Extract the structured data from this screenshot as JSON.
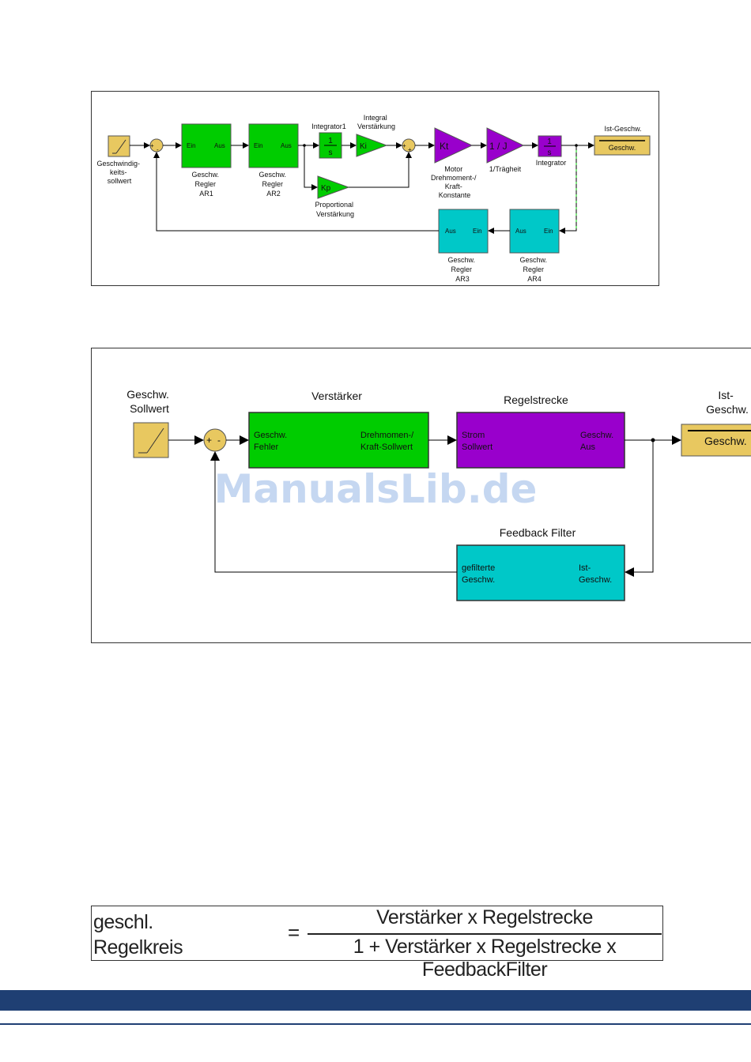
{
  "diagram1": {
    "setpoint_label": [
      "Geschwindig-",
      "keits-",
      "sollwert"
    ],
    "sum1_signs": {
      "left": "+",
      "bottom": "-"
    },
    "ar1": {
      "in": "Ein",
      "out": "Aus",
      "label": [
        "Geschw.",
        "Regler",
        "AR1"
      ]
    },
    "ar2": {
      "in": "Ein",
      "out": "Aus",
      "label": [
        "Geschw.",
        "Regler",
        "AR2"
      ]
    },
    "integrator1": {
      "top_label": "Integrator1",
      "num": "1",
      "den": "s"
    },
    "ki": {
      "symbol": "Ki",
      "label": [
        "Integral",
        "Verstärkung"
      ]
    },
    "kp": {
      "symbol": "Kp",
      "label": [
        "Proportional",
        "Verstärkung"
      ]
    },
    "sum2_signs": {
      "left": "+",
      "bottom": "+"
    },
    "kt": {
      "symbol": "Kt",
      "label": [
        "Motor",
        "Drehmoment-/",
        "Kraft-",
        "Konstante"
      ]
    },
    "inertia": {
      "symbol": "1 / J",
      "label": "1/Trägheit"
    },
    "integrator2": {
      "num": "1",
      "den": "s",
      "label": "Integrator"
    },
    "actual": {
      "title": "Ist-Geschw.",
      "display": "Geschw."
    },
    "ar3": {
      "in": "Ein",
      "out": "Aus",
      "label": [
        "Geschw.",
        "Regler",
        "AR3"
      ]
    },
    "ar4": {
      "in": "Ein",
      "out": "Aus",
      "label": [
        "Geschw.",
        "Regler",
        "AR4"
      ]
    }
  },
  "diagram2": {
    "setpoint_label": [
      "Geschw.",
      "Sollwert"
    ],
    "sum_signs": {
      "left": "+",
      "right": "-"
    },
    "amplifier": {
      "title": "Verstärker",
      "in": [
        "Geschw.",
        "Fehler"
      ],
      "out": [
        "Drehmomen-/",
        "Kraft-Sollwert"
      ]
    },
    "plant": {
      "title": "Regelstrecke",
      "in": [
        "Strom",
        "Sollwert"
      ],
      "out": [
        "Geschw.",
        "Aus"
      ]
    },
    "actual": {
      "title": [
        "Ist-",
        "Geschw."
      ],
      "display": "Geschw."
    },
    "feedback": {
      "title": "Feedback Filter",
      "out": [
        "gefilterte",
        "Geschw."
      ],
      "in": [
        "Ist-",
        "Geschw."
      ]
    }
  },
  "watermark": "ManualsLib.de",
  "formula": {
    "left_top": "geschl.",
    "left_bottom": "Regelkreis",
    "equals": "=",
    "numerator": "Verstärker x Regelstrecke",
    "denominator": "1 + Verstärker x Regelstrecke x FeedbackFilter"
  },
  "colors": {
    "green": "#00cc00",
    "purple": "#9900cc",
    "cyan": "#00c8c8",
    "tan": "#e8c860"
  }
}
